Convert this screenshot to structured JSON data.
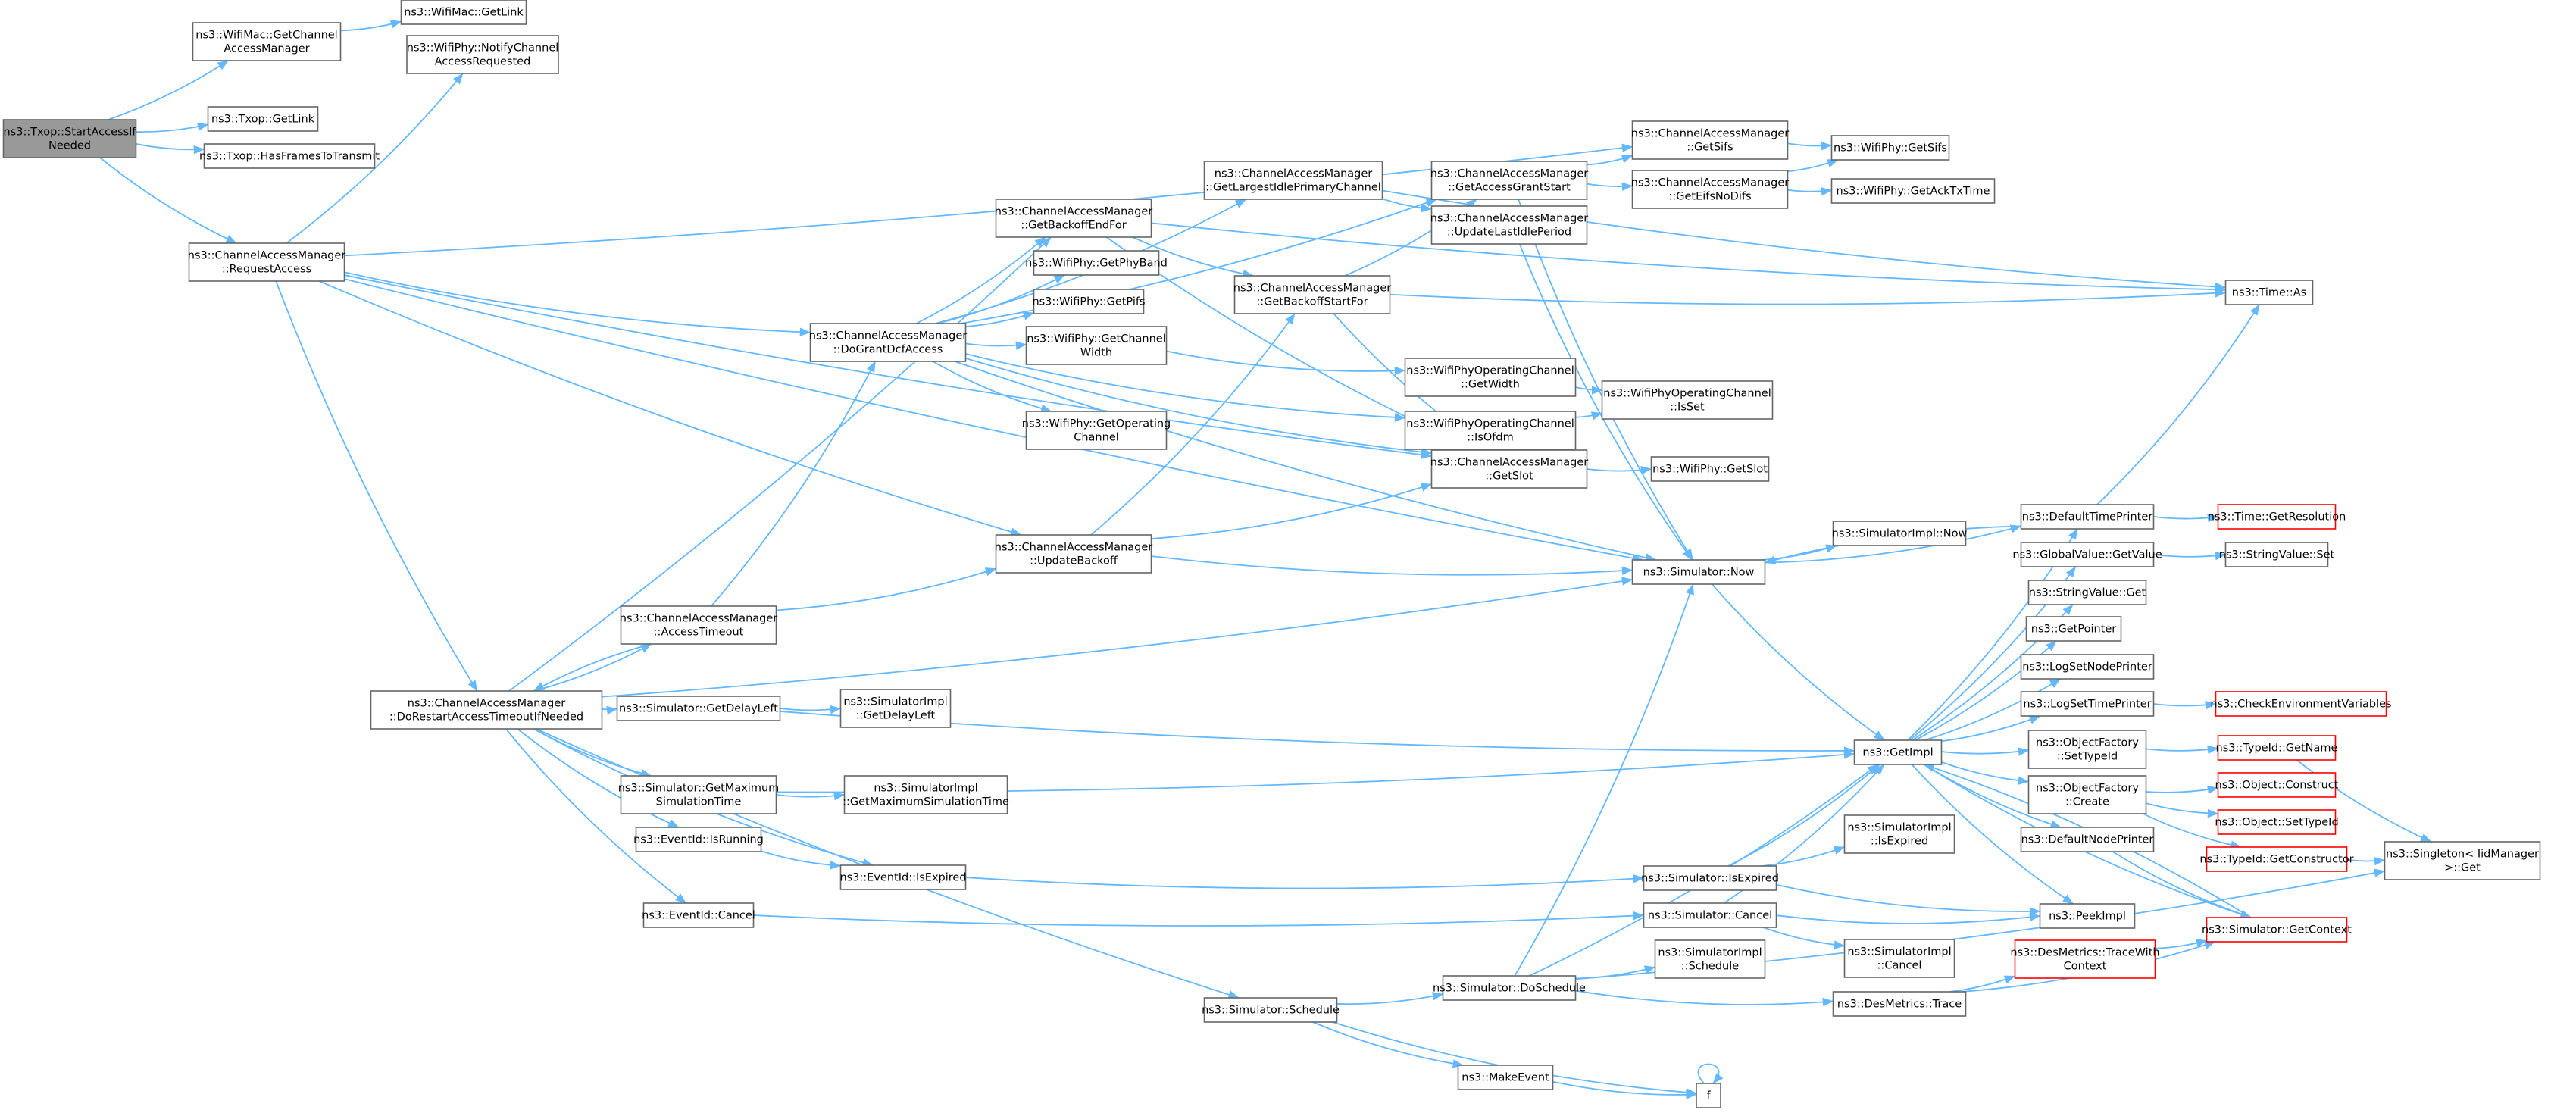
{
  "diagram": {
    "nodes": [
      {
        "id": "n1",
        "lines": [
          "ns3::Txop::StartAccessIf",
          "Needed"
        ],
        "style": "root"
      },
      {
        "id": "n2",
        "lines": [
          "ns3::WifiMac::GetChannel",
          "AccessManager"
        ]
      },
      {
        "id": "n3",
        "lines": [
          "ns3::WifiMac::GetLink"
        ]
      },
      {
        "id": "n4",
        "lines": [
          "ns3::WifiPhy::NotifyChannel",
          "AccessRequested"
        ]
      },
      {
        "id": "n5",
        "lines": [
          "ns3::Txop::GetLink"
        ]
      },
      {
        "id": "n6",
        "lines": [
          "ns3::Txop::HasFramesToTransmit"
        ]
      },
      {
        "id": "n7",
        "lines": [
          "ns3::ChannelAccessManager",
          "::RequestAccess"
        ]
      },
      {
        "id": "n8",
        "lines": [
          "ns3::ChannelAccessManager",
          "::DoGrantDcfAccess"
        ]
      },
      {
        "id": "n9",
        "lines": [
          "ns3::ChannelAccessManager",
          "::GetBackoffEndFor"
        ]
      },
      {
        "id": "n10",
        "lines": [
          "ns3::WifiPhy::GetPhyBand"
        ]
      },
      {
        "id": "n11",
        "lines": [
          "ns3::WifiPhy::GetPifs"
        ]
      },
      {
        "id": "n12",
        "lines": [
          "ns3::WifiPhy::GetChannel",
          "Width"
        ]
      },
      {
        "id": "n13",
        "lines": [
          "ns3::WifiPhy::GetOperating",
          "Channel"
        ]
      },
      {
        "id": "n14",
        "lines": [
          "ns3::ChannelAccessManager",
          "::GetLargestIdlePrimaryChannel"
        ]
      },
      {
        "id": "n15",
        "lines": [
          "ns3::ChannelAccessManager",
          "::GetBackoffStartFor"
        ]
      },
      {
        "id": "n16",
        "lines": [
          "ns3::WifiPhyOperatingChannel",
          "::GetWidth"
        ]
      },
      {
        "id": "n17",
        "lines": [
          "ns3::WifiPhyOperatingChannel",
          "::IsOfdm"
        ]
      },
      {
        "id": "n18",
        "lines": [
          "ns3::ChannelAccessManager",
          "::GetAccessGrantStart"
        ]
      },
      {
        "id": "n19",
        "lines": [
          "ns3::ChannelAccessManager",
          "::UpdateLastIdlePeriod"
        ]
      },
      {
        "id": "n20",
        "lines": [
          "ns3::WifiPhyOperatingChannel",
          "::IsSet"
        ]
      },
      {
        "id": "n21",
        "lines": [
          "ns3::ChannelAccessManager",
          "::GetSlot"
        ]
      },
      {
        "id": "n22",
        "lines": [
          "ns3::ChannelAccessManager",
          "::GetSifs"
        ]
      },
      {
        "id": "n23",
        "lines": [
          "ns3::ChannelAccessManager",
          "::GetEifsNoDifs"
        ]
      },
      {
        "id": "n24",
        "lines": [
          "ns3::WifiPhy::GetSifs"
        ]
      },
      {
        "id": "n25",
        "lines": [
          "ns3::WifiPhy::GetAckTxTime"
        ]
      },
      {
        "id": "n26",
        "lines": [
          "ns3::Time::As"
        ]
      },
      {
        "id": "n27",
        "lines": [
          "ns3::WifiPhy::GetSlot"
        ]
      },
      {
        "id": "n28",
        "lines": [
          "ns3::ChannelAccessManager",
          "::UpdateBackoff"
        ]
      },
      {
        "id": "n29",
        "lines": [
          "ns3::Simulator::Now"
        ]
      },
      {
        "id": "n30",
        "lines": [
          "ns3::SimulatorImpl::Now"
        ]
      },
      {
        "id": "n31",
        "lines": [
          "ns3::ChannelAccessManager",
          "::AccessTimeout"
        ]
      },
      {
        "id": "n32",
        "lines": [
          "ns3::ChannelAccessManager",
          "::DoRestartAccessTimeoutIfNeeded"
        ]
      },
      {
        "id": "n33",
        "lines": [
          "ns3::Simulator::GetDelayLeft"
        ]
      },
      {
        "id": "n34",
        "lines": [
          "ns3::SimulatorImpl",
          "::GetDelayLeft"
        ]
      },
      {
        "id": "n35",
        "lines": [
          "ns3::Simulator::GetMaximum",
          "SimulationTime"
        ]
      },
      {
        "id": "n36",
        "lines": [
          "ns3::SimulatorImpl",
          "::GetMaximumSimulationTime"
        ]
      },
      {
        "id": "n37",
        "lines": [
          "ns3::EventId::IsRunning"
        ]
      },
      {
        "id": "n38",
        "lines": [
          "ns3::EventId::IsExpired"
        ]
      },
      {
        "id": "n39",
        "lines": [
          "ns3::EventId::Cancel"
        ]
      },
      {
        "id": "n40",
        "lines": [
          "ns3::Simulator::Schedule"
        ]
      },
      {
        "id": "n41",
        "lines": [
          "ns3::Simulator::DoSchedule"
        ]
      },
      {
        "id": "n42",
        "lines": [
          "ns3::MakeEvent"
        ]
      },
      {
        "id": "n43",
        "lines": [
          "f"
        ]
      },
      {
        "id": "n44",
        "lines": [
          "ns3::SimulatorImpl",
          "::Schedule"
        ]
      },
      {
        "id": "n45",
        "lines": [
          "ns3::Simulator::IsExpired"
        ]
      },
      {
        "id": "n46",
        "lines": [
          "ns3::SimulatorImpl",
          "::IsExpired"
        ]
      },
      {
        "id": "n47",
        "lines": [
          "ns3::Simulator::Cancel"
        ]
      },
      {
        "id": "n48",
        "lines": [
          "ns3::SimulatorImpl",
          "::Cancel"
        ]
      },
      {
        "id": "n49",
        "lines": [
          "ns3::DesMetrics::Trace"
        ]
      },
      {
        "id": "n50",
        "lines": [
          "ns3::DesMetrics::TraceWith",
          "Context"
        ],
        "style": "red"
      },
      {
        "id": "n51",
        "lines": [
          "ns3::GetImpl"
        ]
      },
      {
        "id": "n52",
        "lines": [
          "ns3::DefaultTimePrinter"
        ]
      },
      {
        "id": "n53",
        "lines": [
          "ns3::GlobalValue::GetValue"
        ]
      },
      {
        "id": "n54",
        "lines": [
          "ns3::StringValue::Get"
        ]
      },
      {
        "id": "n55",
        "lines": [
          "ns3::GetPointer"
        ]
      },
      {
        "id": "n56",
        "lines": [
          "ns3::LogSetNodePrinter"
        ]
      },
      {
        "id": "n57",
        "lines": [
          "ns3::LogSetTimePrinter"
        ]
      },
      {
        "id": "n58",
        "lines": [
          "ns3::ObjectFactory",
          "::SetTypeId"
        ]
      },
      {
        "id": "n59",
        "lines": [
          "ns3::ObjectFactory",
          "::Create"
        ]
      },
      {
        "id": "n60",
        "lines": [
          "ns3::DefaultNodePrinter"
        ]
      },
      {
        "id": "n61",
        "lines": [
          "ns3::PeekImpl"
        ]
      },
      {
        "id": "n62",
        "lines": [
          "ns3::Simulator::GetContext"
        ],
        "style": "red"
      },
      {
        "id": "n63",
        "lines": [
          "ns3::Time::GetResolution"
        ],
        "style": "red"
      },
      {
        "id": "n64",
        "lines": [
          "ns3::StringValue::Set"
        ]
      },
      {
        "id": "n65",
        "lines": [
          "ns3::CheckEnvironmentVariables"
        ],
        "style": "red"
      },
      {
        "id": "n66",
        "lines": [
          "ns3::TypeId::GetName"
        ],
        "style": "red"
      },
      {
        "id": "n67",
        "lines": [
          "ns3::Object::Construct"
        ],
        "style": "red"
      },
      {
        "id": "n68",
        "lines": [
          "ns3::Object::SetTypeId"
        ],
        "style": "red"
      },
      {
        "id": "n69",
        "lines": [
          "ns3::TypeId::GetConstructor"
        ],
        "style": "red"
      },
      {
        "id": "n70",
        "lines": [
          "ns3::Singleton< IidManager",
          ">::Get"
        ]
      }
    ],
    "edges": [
      [
        "n1",
        "n2"
      ],
      [
        "n1",
        "n5"
      ],
      [
        "n1",
        "n6"
      ],
      [
        "n1",
        "n7"
      ],
      [
        "n2",
        "n3"
      ],
      [
        "n7",
        "n4"
      ],
      [
        "n7",
        "n8"
      ],
      [
        "n7",
        "n22"
      ],
      [
        "n7",
        "n21"
      ],
      [
        "n7",
        "n28"
      ],
      [
        "n7",
        "n29"
      ],
      [
        "n7",
        "n32"
      ],
      [
        "n8",
        "n9"
      ],
      [
        "n8",
        "n10"
      ],
      [
        "n8",
        "n11"
      ],
      [
        "n8",
        "n12"
      ],
      [
        "n8",
        "n13"
      ],
      [
        "n8",
        "n14"
      ],
      [
        "n8",
        "n17"
      ],
      [
        "n8",
        "n18"
      ],
      [
        "n8",
        "n21"
      ],
      [
        "n8",
        "n29"
      ],
      [
        "n9",
        "n15"
      ],
      [
        "n9",
        "n26"
      ],
      [
        "n9",
        "n21"
      ],
      [
        "n12",
        "n16"
      ],
      [
        "n16",
        "n20"
      ],
      [
        "n17",
        "n20"
      ],
      [
        "n14",
        "n19"
      ],
      [
        "n14",
        "n26"
      ],
      [
        "n15",
        "n18"
      ],
      [
        "n15",
        "n26"
      ],
      [
        "n15",
        "n21"
      ],
      [
        "n18",
        "n22"
      ],
      [
        "n18",
        "n23"
      ],
      [
        "n18",
        "n29"
      ],
      [
        "n19",
        "n29"
      ],
      [
        "n21",
        "n27"
      ],
      [
        "n22",
        "n24"
      ],
      [
        "n23",
        "n24"
      ],
      [
        "n23",
        "n25"
      ],
      [
        "n28",
        "n15"
      ],
      [
        "n28",
        "n21"
      ],
      [
        "n28",
        "n29"
      ],
      [
        "n29",
        "n30"
      ],
      [
        "n29",
        "n51"
      ],
      [
        "n29",
        "n52"
      ],
      [
        "n31",
        "n8"
      ],
      [
        "n31",
        "n28"
      ],
      [
        "n31",
        "n32"
      ],
      [
        "n32",
        "n9"
      ],
      [
        "n32",
        "n31"
      ],
      [
        "n32",
        "n29"
      ],
      [
        "n32",
        "n33"
      ],
      [
        "n32",
        "n35"
      ],
      [
        "n32",
        "n37"
      ],
      [
        "n32",
        "n38"
      ],
      [
        "n32",
        "n39"
      ],
      [
        "n32",
        "n40"
      ],
      [
        "n33",
        "n34"
      ],
      [
        "n33",
        "n51"
      ],
      [
        "n35",
        "n36"
      ],
      [
        "n35",
        "n51"
      ],
      [
        "n37",
        "n38"
      ],
      [
        "n38",
        "n45"
      ],
      [
        "n39",
        "n47"
      ],
      [
        "n40",
        "n41"
      ],
      [
        "n40",
        "n42"
      ],
      [
        "n40",
        "n43"
      ],
      [
        "n41",
        "n29"
      ],
      [
        "n41",
        "n44"
      ],
      [
        "n41",
        "n49"
      ],
      [
        "n41",
        "n51"
      ],
      [
        "n41",
        "n70"
      ],
      [
        "n42",
        "n43"
      ],
      [
        "n43",
        "n43"
      ],
      [
        "n45",
        "n46"
      ],
      [
        "n45",
        "n51"
      ],
      [
        "n45",
        "n61"
      ],
      [
        "n47",
        "n48"
      ],
      [
        "n47",
        "n51"
      ],
      [
        "n47",
        "n61"
      ],
      [
        "n49",
        "n50"
      ],
      [
        "n49",
        "n62"
      ],
      [
        "n50",
        "n62"
      ],
      [
        "n51",
        "n52"
      ],
      [
        "n51",
        "n53"
      ],
      [
        "n51",
        "n54"
      ],
      [
        "n51",
        "n55"
      ],
      [
        "n51",
        "n56"
      ],
      [
        "n51",
        "n57"
      ],
      [
        "n51",
        "n58"
      ],
      [
        "n51",
        "n59"
      ],
      [
        "n51",
        "n60"
      ],
      [
        "n51",
        "n61"
      ],
      [
        "n51",
        "n62"
      ],
      [
        "n52",
        "n26"
      ],
      [
        "n52",
        "n63"
      ],
      [
        "n52",
        "n29"
      ],
      [
        "n53",
        "n64"
      ],
      [
        "n57",
        "n65"
      ],
      [
        "n58",
        "n66"
      ],
      [
        "n59",
        "n67"
      ],
      [
        "n59",
        "n68"
      ],
      [
        "n59",
        "n69"
      ],
      [
        "n60",
        "n62"
      ],
      [
        "n62",
        "n51"
      ],
      [
        "n66",
        "n70"
      ],
      [
        "n69",
        "n70"
      ]
    ]
  }
}
